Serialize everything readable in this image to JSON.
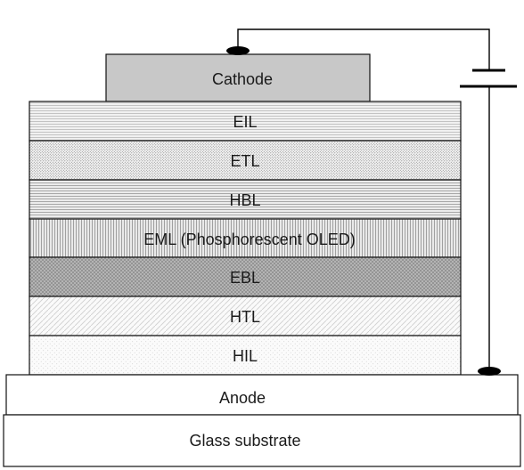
{
  "diagram": {
    "layers": {
      "cathode": {
        "label": "Cathode",
        "fill": "#c8c8c8"
      },
      "eil": {
        "label": "EIL",
        "pattern": "horizontal-fine-lines"
      },
      "etl": {
        "label": "ETL",
        "pattern": "dense-dots"
      },
      "hbl": {
        "label": "HBL",
        "pattern": "horizontal-lines"
      },
      "eml": {
        "label": "EML (Phosphorescent OLED)",
        "pattern": "vertical-lines"
      },
      "ebl": {
        "label": "EBL",
        "pattern": "crosshatch-dark"
      },
      "htl": {
        "label": "HTL",
        "pattern": "diagonal-lines"
      },
      "hil": {
        "label": "HIL",
        "pattern": "sparse-dots"
      },
      "anode": {
        "label": "Anode",
        "fill": "#ffffff"
      },
      "substrate": {
        "label": "Glass substrate",
        "fill": "#ffffff"
      }
    },
    "circuit": {
      "components": [
        "battery-icon",
        "contact-dot-top",
        "contact-dot-bottom",
        "wire"
      ],
      "stroke": "#000000"
    }
  }
}
